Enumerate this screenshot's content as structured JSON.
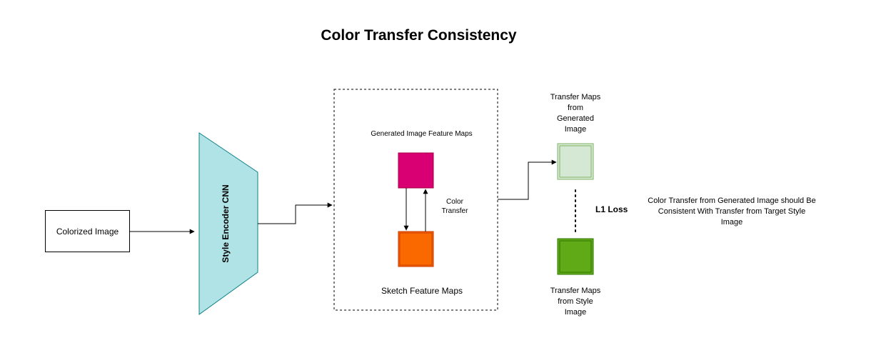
{
  "title": "Color Transfer Consistency",
  "nodes": {
    "colorized_image": "Colorized Image",
    "style_encoder": "Style Encoder CNN",
    "generated_feature_maps": "Generated Image Feature Maps",
    "color_transfer": "Color Transfer",
    "sketch_feature_maps": "Sketch Feature Maps",
    "transfer_generated": "Transfer Maps from Generated Image",
    "transfer_style": "Transfer Maps from Style Image",
    "l1_loss": "L1 Loss",
    "note": "Color Transfer from Generated Image should Be Consistent With Transfer from Target Style Image"
  },
  "colors": {
    "encoder_fill": "#b0e3e6",
    "encoder_stroke": "#0e8088",
    "generated_square": "#d80073",
    "sketch_square": "#fa6800",
    "transfer_generated_fill": "#d5e8d4",
    "transfer_generated_stroke": "#82b366",
    "transfer_style_fill": "#60a917",
    "transfer_style_stroke": "#2d7600"
  }
}
